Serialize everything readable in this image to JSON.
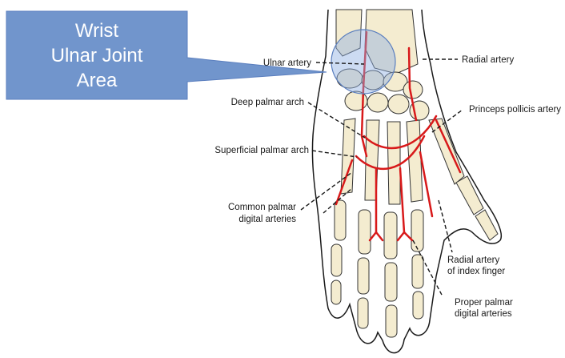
{
  "callout": {
    "line1": "Wrist",
    "line2": "Ulnar Joint",
    "line3": "Area",
    "fill_color": "#7195cc",
    "stroke_color": "#5b7fbf"
  },
  "highlight_circle_color": "#8fb0e3",
  "artery_color": "#d8191a",
  "bone_color": "#f4ecd0",
  "labels": {
    "ulnar_artery": "Ulnar artery",
    "radial_artery": "Radial artery",
    "deep_palmar_arch": "Deep palmar arch",
    "princeps_pollicis_artery": "Princeps pollicis artery",
    "superficial_palmar_arch": "Superficial palmar arch",
    "common_palmar_line1": "Common palmar",
    "common_palmar_line2": "digital arteries",
    "radial_index_line1": "Radial artery",
    "radial_index_line2": "of index finger",
    "proper_palmar_line1": "Proper palmar",
    "proper_palmar_line2": "digital arteries"
  }
}
